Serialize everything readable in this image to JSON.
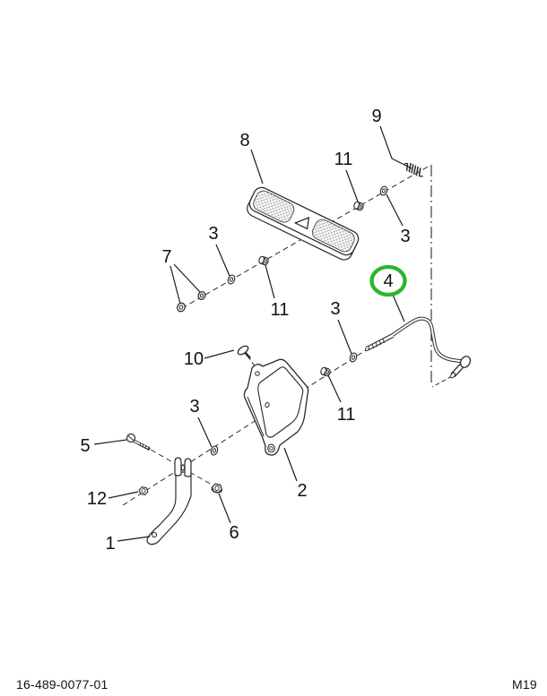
{
  "document": {
    "doc_number": "16-489-0077-01",
    "page_code": "M19"
  },
  "diagram": {
    "description": "Exploded parts diagram of accelerator pedal, mounting bracket, lever and throttle rod with numbered callouts",
    "highlight_color": "#2db42d",
    "line_color": "#2a2a2a",
    "highlighted_part": "4",
    "callouts": {
      "n8": "8",
      "n9": "9",
      "n11a": "11",
      "n3a": "3",
      "n4": "4",
      "n3b": "3",
      "n11b": "11",
      "n10": "10",
      "n2": "2",
      "n3c": "3",
      "n7": "7",
      "n11c": "11",
      "n3d": "3",
      "n5": "5",
      "n12": "12",
      "n1": "1",
      "n6": "6"
    }
  }
}
